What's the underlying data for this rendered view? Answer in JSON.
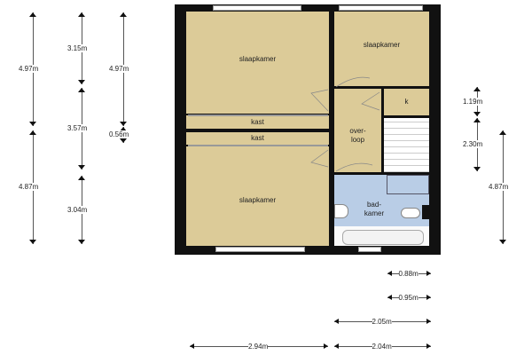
{
  "rooms": {
    "bedroom_top_left": "slaapkamer",
    "bedroom_top_right": "slaapkamer",
    "bedroom_bottom_left": "slaapkamer",
    "closet_1": "kast",
    "closet_2": "kast",
    "k": "k",
    "landing_line1": "over-",
    "landing_line2": "loop",
    "bathroom_line1": "bad-",
    "bathroom_line2": "kamer"
  },
  "dimensions": {
    "left_col1": [
      "4.97m",
      "4.87m"
    ],
    "left_col2": [
      "3.15m",
      "3.57m",
      "3.04m"
    ],
    "left_col3": [
      "4.97m",
      "0.56m"
    ],
    "right": [
      "1.19m",
      "2.30m",
      "4.87m"
    ],
    "bottom": [
      "0.88m",
      "0.95m",
      "2.05m",
      "2.94m",
      "2.04m"
    ]
  },
  "colors": {
    "room": "#dccb98",
    "bathroom": "#b9cde6",
    "wall": "#111111"
  }
}
